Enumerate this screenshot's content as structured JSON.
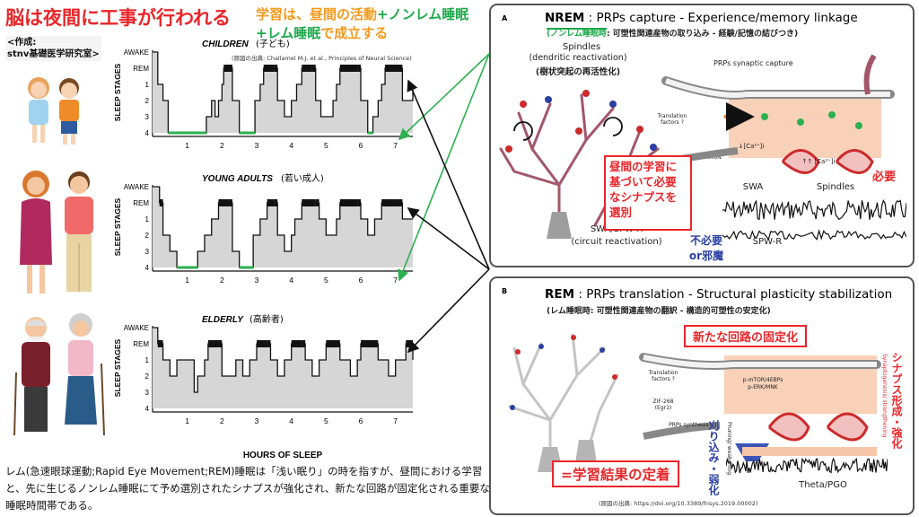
{
  "header": {
    "title": "脳は夜間に工事が行われる",
    "subtitle_line1_a": "学習は、昼間の活動",
    "subtitle_line1_b": "+ノンレム睡眠",
    "subtitle_line2_a": "+レム睡眠",
    "subtitle_line2_b": "で成立する",
    "author_line1": "<作成:",
    "author_line2": "stnv基礎医学研究室>"
  },
  "hypnogram": {
    "source": "(原図の出典: Challamel M.J. et al., Principles of Neural Science)",
    "ylabel": "SLEEP STAGES",
    "xlabel": "HOURS OF SLEEP",
    "stage_labels": [
      "AWAKE",
      "REM",
      "1",
      "2",
      "3",
      "4"
    ],
    "hours": [
      "1",
      "2",
      "3",
      "4",
      "5",
      "6",
      "7"
    ],
    "groups": [
      {
        "title": "CHILDREN",
        "title_jp": "(子ども)"
      },
      {
        "title": "YOUNG ADULTS",
        "title_jp": "(若い成人)"
      },
      {
        "title": "ELDERLY",
        "title_jp": "(高齢者)"
      }
    ]
  },
  "panel_a": {
    "letter": "A",
    "title_bold": "NREM",
    "title_rest": " : PRPs capture - Experience/memory linkage",
    "subtitle_a": "(ノンレム睡眠時",
    "subtitle_b": ": 可塑性関連産物の取り込み - 経験/記憶の結びつき)",
    "spindles_label": "Spindles",
    "dendritic_label": "(dendritic reactivation)",
    "dendritic_jp": "(樹状突起の再活性化)",
    "swa_spwr_label": "SWA/SPW-R",
    "circuit_label": "(circuit reactivation)",
    "prps_capture": "PRPs synaptic capture",
    "translation_factors": "Translation factors ?",
    "reactivation": "REACTIVATION",
    "ca_label_1": "↓[Ca²⁺]i",
    "ca_label_2": "↑↑ [Ca²⁺]i",
    "swa": "SWA",
    "spindles": "Spindles",
    "spwr": "SPW-R",
    "red_box": "昼間の学習に基づいて必要なシナプスを選別",
    "needed": "必要",
    "unneeded_1": "不必要",
    "unneeded_2": "or邪魔"
  },
  "panel_b": {
    "letter": "B",
    "title_bold": "REM",
    "title_rest": " : PRPs translation - Structural plasticity stabilization",
    "subtitle": "(レム睡眠時: 可塑性関連産物の翻訳 - 構造的可塑性の安定化)",
    "circuit_box": "新たな回路の固定化",
    "result_box": "=学習結果の定着",
    "pruning_jp": "刈り込み・弱化",
    "pruning_en": "Pruning/ weakening",
    "synapse_jp": "シナプス形成・強化",
    "synapse_en": "Synaptogenesis/ strengthening",
    "theta": "Theta/PGO",
    "translation_factors": "Translation factors ?",
    "zif": "ZIF-268 (Egr1)",
    "prps_synthesis": "PRPs synthesis?",
    "mtor": "p-mTOR/4EBPs",
    "erk": "p-ERK/MNK",
    "source": "(原図の出典: https://doi.org/10.3389/fnsys.2019.00002)"
  },
  "bottom_text": "レム(急速眼球運動;Rapid Eye Movement;REM)睡眠は「浅い眠り」の時を指すが、昼間における学習と、先に生じるノンレム睡眠にて予め選別されたシナプスが強化され、新たな回路が固定化される重要な睡眠時間帯である。"
}
